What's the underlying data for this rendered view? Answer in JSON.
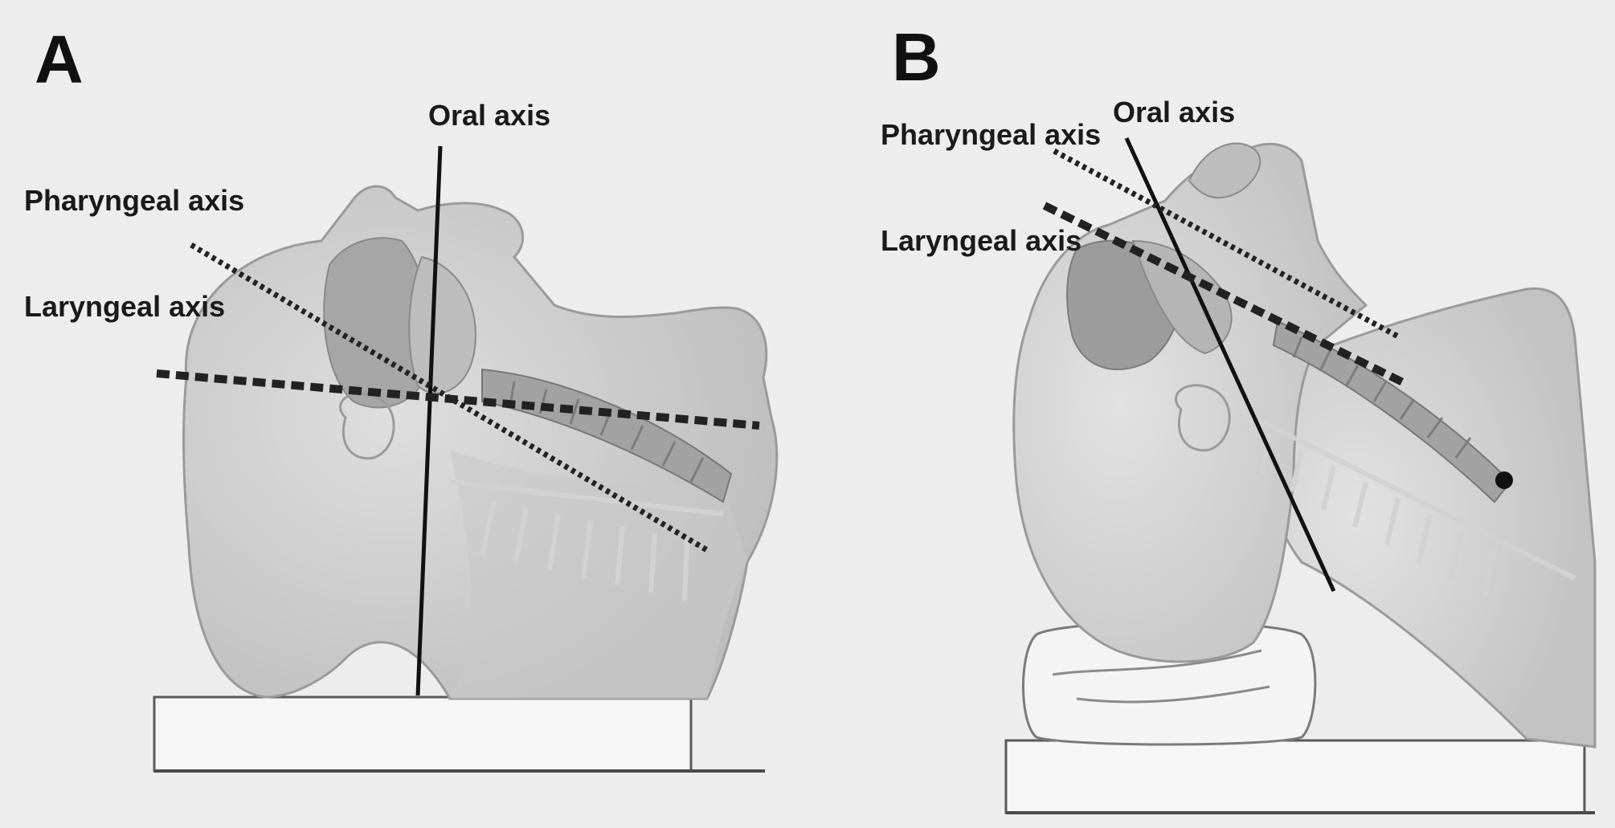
{
  "figure": {
    "panel_a": {
      "letter": "A",
      "labels": {
        "oral": "Oral axis",
        "pharyngeal": "Pharyngeal axis",
        "laryngeal": "Laryngeal axis"
      }
    },
    "panel_b": {
      "letter": "B",
      "labels": {
        "oral": "Oral axis",
        "pharyngeal": "Pharyngeal axis",
        "laryngeal": "Laryngeal axis"
      }
    }
  },
  "colors": {
    "background": "#ededed",
    "skin": "#cfcfcf",
    "skin_light": "#dcdcdc",
    "airway": "#a9a9a9",
    "line": "#111111",
    "table": "#f4f4f4"
  }
}
